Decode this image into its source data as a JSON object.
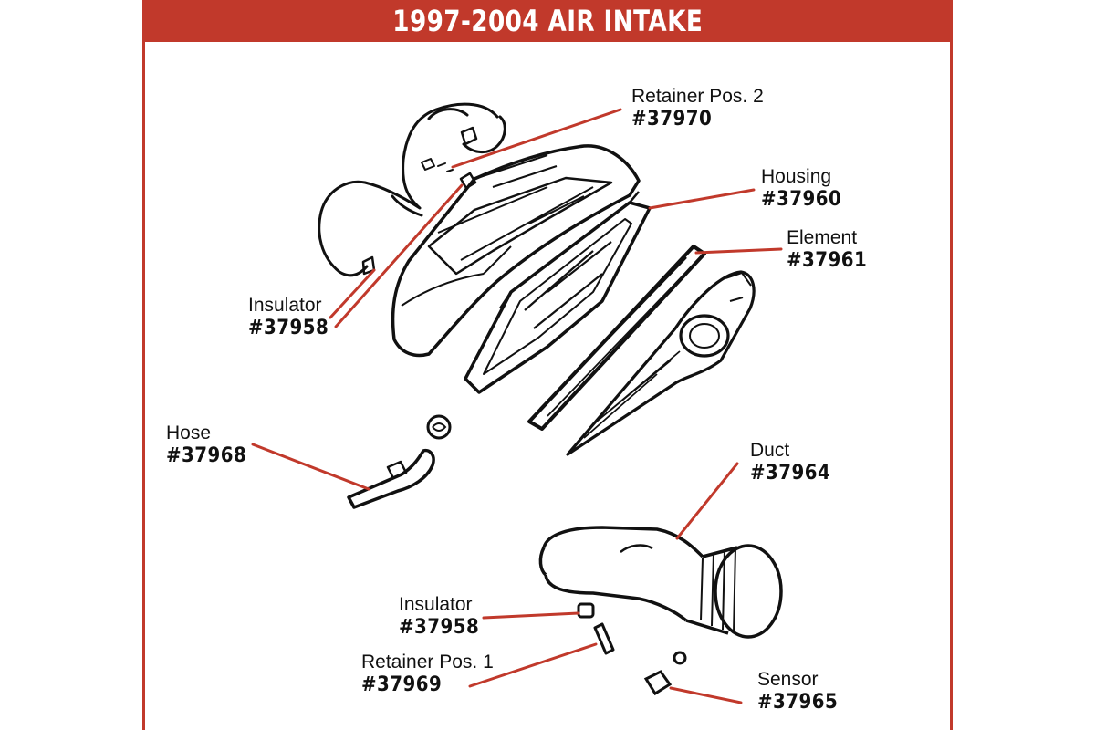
{
  "title": "1997-2004 AIR INTAKE",
  "colors": {
    "accent": "#c1392b",
    "ink": "#111111",
    "background": "#ffffff"
  },
  "parts": [
    {
      "id": "retainer-pos-2",
      "name": "Retainer Pos. 2",
      "number": "#37970"
    },
    {
      "id": "housing",
      "name": "Housing",
      "number": "#37960"
    },
    {
      "id": "element",
      "name": "Element",
      "number": "#37961"
    },
    {
      "id": "insulator-upper",
      "name": "Insulator",
      "number": "#37958"
    },
    {
      "id": "hose",
      "name": "Hose",
      "number": "#37968"
    },
    {
      "id": "duct",
      "name": "Duct",
      "number": "#37964"
    },
    {
      "id": "insulator-lower",
      "name": "Insulator",
      "number": "#37958"
    },
    {
      "id": "retainer-pos-1",
      "name": "Retainer Pos. 1",
      "number": "#37969"
    },
    {
      "id": "sensor",
      "name": "Sensor",
      "number": "#37965"
    }
  ]
}
